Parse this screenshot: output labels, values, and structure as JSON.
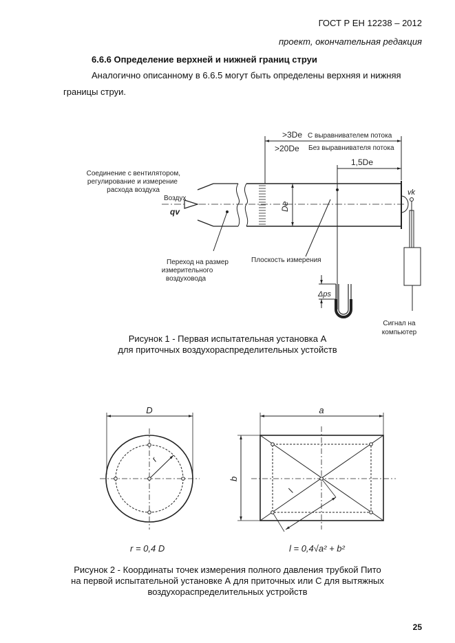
{
  "header": {
    "standard": "ГОСТ Р ЕН 12238 – 2012",
    "status": "проект, окончательная редакция"
  },
  "section": {
    "heading": "6.6.6 Определение верхней и нижней границ струи",
    "paragraph_line1": "Аналогично описанному в 6.6.5 могут быть определены верхняя и нижняя",
    "paragraph_line2": "границы струи."
  },
  "figure1": {
    "dim_with": ">3De",
    "label_with": "С выравнивателем потока",
    "dim_without": ">20De",
    "label_without": "Без выравнивателя потока",
    "dim_plane": "1,5De",
    "fan_line1": "Соединение с вентилятором,",
    "fan_line2": "регулирование и измерение",
    "fan_line3": "расхода воздуха",
    "air": "Воздух",
    "flow": "qv",
    "diameter": "De",
    "velocity": "vk",
    "transition_line1": "Переход на размер",
    "transition_line2": "измерительного",
    "transition_line3": "воздуховода",
    "plane": "Плоскость измерения",
    "pressure": "Δps",
    "signal_line1": "Сигнал на",
    "signal_line2": "компьютер",
    "caption_line1": "Рисунок 1 - Первая испытательная установка А",
    "caption_line2": "для приточных воздухораспределительных устойств"
  },
  "figure2": {
    "dim_D": "D",
    "radius": "r",
    "dim_a": "a",
    "dim_b": "b",
    "length": "l",
    "formula_r": "r = 0,4 D",
    "formula_l": "l = 0,4√a² + b²",
    "caption_line1": "Рисунок 2 - Координаты точек измерения полного давления трубкой Пито",
    "caption_line2": "на первой испытательной установке А для приточных или С для вытяжных",
    "caption_line3": "воздухораспределительных устройств"
  },
  "page_number": "25"
}
